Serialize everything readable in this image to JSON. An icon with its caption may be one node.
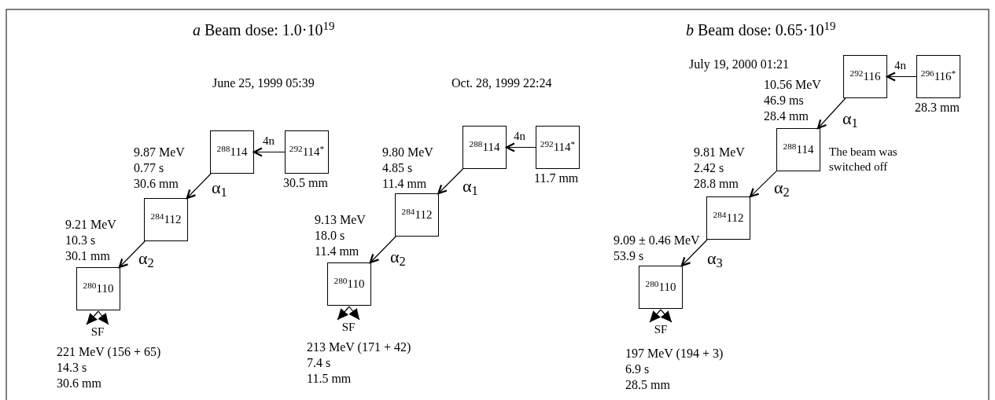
{
  "diagram": {
    "nodes": [
      {
        "text": [
          "$^{288}$114"
        ]
      },
      {
        "text": [
          "$^{292}$114$^{*}$"
        ],
        "beside": [
          "30.5 mm"
        ]
      },
      {
        "text": [
          "$^{284}$112"
        ]
      },
      {
        "text": [
          "$^{280}$110"
        ]
      },
      {
        "text": [
          "SF"
        ]
      },
      {
        "text": [
          "$^{288}$114"
        ]
      },
      {
        "text": [
          "$^{292}$114$^{*}$"
        ],
        "beside": [
          "11.7 mm"
        ]
      },
      {
        "text": [
          "$^{284}$112"
        ]
      },
      {
        "text": [
          "$^{280}$110"
        ]
      },
      {
        "text": [
          "SF"
        ]
      },
      {
        "text": [
          "$^{292}$116"
        ]
      },
      {
        "text": [
          "$^{296}$116$^{*}$"
        ],
        "beside": [
          "28.3 mm"
        ]
      },
      {
        "text": [
          "$^{288}$114"
        ],
        "beside": [
          "The beam was switched off"
        ]
      },
      {
        "text": [
          "$^{284}$112"
        ]
      },
      {
        "text": [
          "$^{280}$110"
        ]
      },
      {
        "text": [
          "SF"
        ]
      }
    ],
    "edges": [
      {
        "from": 1,
        "to": 0,
        "arrow": "to",
        "label": "4n"
      },
      {
        "from": 0,
        "to": 2,
        "arrow": "to",
        "label": "α$_{1}$"
      },
      {
        "from": 2,
        "to": 3,
        "arrow": "to",
        "label": "α$_{2}$"
      },
      {
        "from": 3,
        "to": 4,
        "arrow": "to"
      },
      {
        "from": 3,
        "to": 4,
        "arrow": "to"
      },
      {
        "from": 6,
        "to": 5,
        "arrow": "to",
        "label": "4n"
      },
      {
        "from": 5,
        "to": 7,
        "arrow": "to",
        "label": "α$_{1}$"
      },
      {
        "from": 7,
        "to": 8,
        "arrow": "to",
        "label": "α$_{2}$"
      },
      {
        "from": 8,
        "to": 9,
        "arrow": "to"
      },
      {
        "from": 8,
        "to": 9,
        "arrow": "to"
      },
      {
        "from": 11,
        "to": 10,
        "arrow": "to",
        "label": "4n"
      },
      {
        "from": 10,
        "to": 12,
        "arrow": "to",
        "label": "α$_{1}$"
      },
      {
        "from": 12,
        "to": 13,
        "arrow": "to",
        "label": "α$_{2}$"
      },
      {
        "from": 13,
        "to": 14,
        "arrow": "to",
        "label": "α$_{3}$"
      },
      {
        "from": 14,
        "to": 15,
        "arrow": "to"
      },
      {
        "from": 14,
        "to": 15,
        "arrow": "to"
      }
    ],
    "labels": [
      "*a* Beam dose: 1.0·10$^{19}$",
      "*b* Beam dose: 0.65·10$^{19}$",
      "July 19, 2000 01:21",
      "June 25, 1999 05:39",
      "Oct. 28, 1999 22:24",
      "10.56 MeV",
      "46.9 ms",
      "28.4 mm",
      "9.87 MeV",
      "0.77 s",
      "30.6 mm",
      "9.80 MeV",
      "4.85 s",
      "11.4 mm",
      "9.81 MeV",
      "2.42 s",
      "28.8 mm",
      "9.21 MeV",
      "10.3 s",
      "30.1 mm",
      "9.13 MeV",
      "18.0 s",
      "11.4 mm",
      "9.09 ± 0.46 MeV",
      "53.9 s",
      "221 MeV (156 + 65)",
      "14.3 s",
      "30.6 mm",
      "213 MeV (171 + 42)",
      "7.4 s",
      "11.5 mm",
      "197 MeV (194 + 3)",
      "6.9 s",
      "28.5 mm"
    ]
  }
}
